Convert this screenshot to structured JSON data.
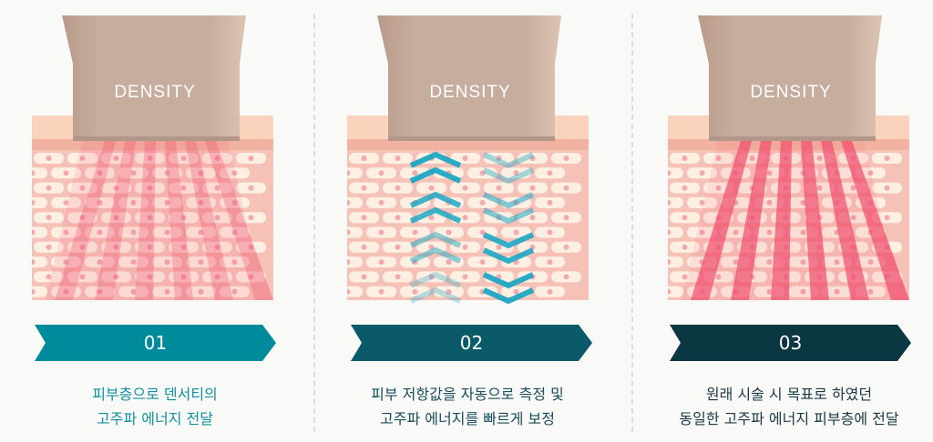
{
  "device_label": "DENSITY",
  "colors": {
    "skin_top": "#fbd3bd",
    "skin_band": "#f2b2a1",
    "skin_bg": "#f6c2b8",
    "cell": "#fdf0e3",
    "dot": "#f3a9ae",
    "device": "#c7ad9e",
    "beam": "#f0506e",
    "arrow": "#1ea7c4"
  },
  "steps": [
    {
      "number": "01",
      "line1": "피부층으로 덴서티의",
      "line2": "고주파 에너지 전달",
      "banner_color": "#008b9c",
      "text_color": "#11919f",
      "visual": "soft-beams"
    },
    {
      "number": "02",
      "line1": "피부 저항값을 자동으로 측정 및",
      "line2": "고주파 에너지를 빠르게 보정",
      "banner_color": "#0b5a6a",
      "text_color": "#174e5b",
      "visual": "chevrons"
    },
    {
      "number": "03",
      "line1": "원래 시술 시 목표로 하였던",
      "line2": "동일한 고주파 에너지 피부층에 전달",
      "banner_color": "#0b3743",
      "text_color": "#1b3a44",
      "visual": "strong-beams"
    }
  ]
}
